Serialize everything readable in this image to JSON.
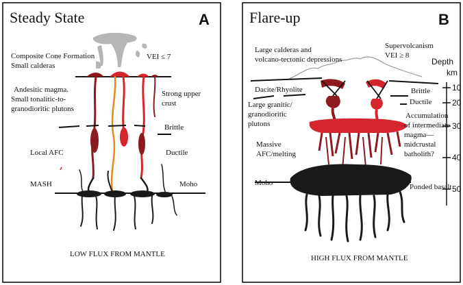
{
  "colors": {
    "magma_red": "#d4262c",
    "dark_red": "#8c1a1e",
    "orange_dike": "#e38a1f",
    "basalt_black": "#1a1a1a",
    "ash_gray": "#b5b5b5"
  },
  "panel_a": {
    "title": "Steady State",
    "letter": "A",
    "labels": {
      "cone_line1": "Composite Cone Formation",
      "cone_line2": "Small calderas",
      "vei": "VEI ≤ 7",
      "andesitic_1": "Andesitic magma.",
      "andesitic_2": "Small tonalitic-to-",
      "andesitic_3": "granodioritic plutons",
      "upper_crust_1": "Strong upper",
      "upper_crust_2": "crust",
      "brittle": "Brittle",
      "local_afc": "Local AFC",
      "ductile": "Ductile",
      "mash": "MASH",
      "moho": "Moho",
      "flux": "LOW FLUX FROM MANTLE"
    }
  },
  "panel_b": {
    "title": "Flare-up",
    "letter": "B",
    "labels": {
      "calderas_1": "Large calderas and",
      "calderas_2": "volcano-tectonic depressions",
      "super_1": "Supervolcanism",
      "super_2": "VEI ≥ 8",
      "depth_1": "Depth",
      "depth_2": "km",
      "dacite": "Dacite/Rhyolite",
      "granitic_1": "Large granitic/",
      "granitic_2": "granodioritic",
      "granitic_3": "plutons",
      "brittle": "Brittle",
      "ductile": "Ductile",
      "accum_1": "Accumulation",
      "accum_2": "of intermediate",
      "accum_3": "magma—",
      "accum_4": "midcrustal",
      "accum_5": "batholith?",
      "afc_1": "Massive",
      "afc_2": "AFC/melting",
      "moho": "Moho",
      "ponded": "Ponded basalt",
      "flux": "HIGH FLUX FROM MANTLE"
    },
    "depth_axis": {
      "ticks": [
        "10",
        "20",
        "30",
        "40",
        "50"
      ]
    }
  }
}
